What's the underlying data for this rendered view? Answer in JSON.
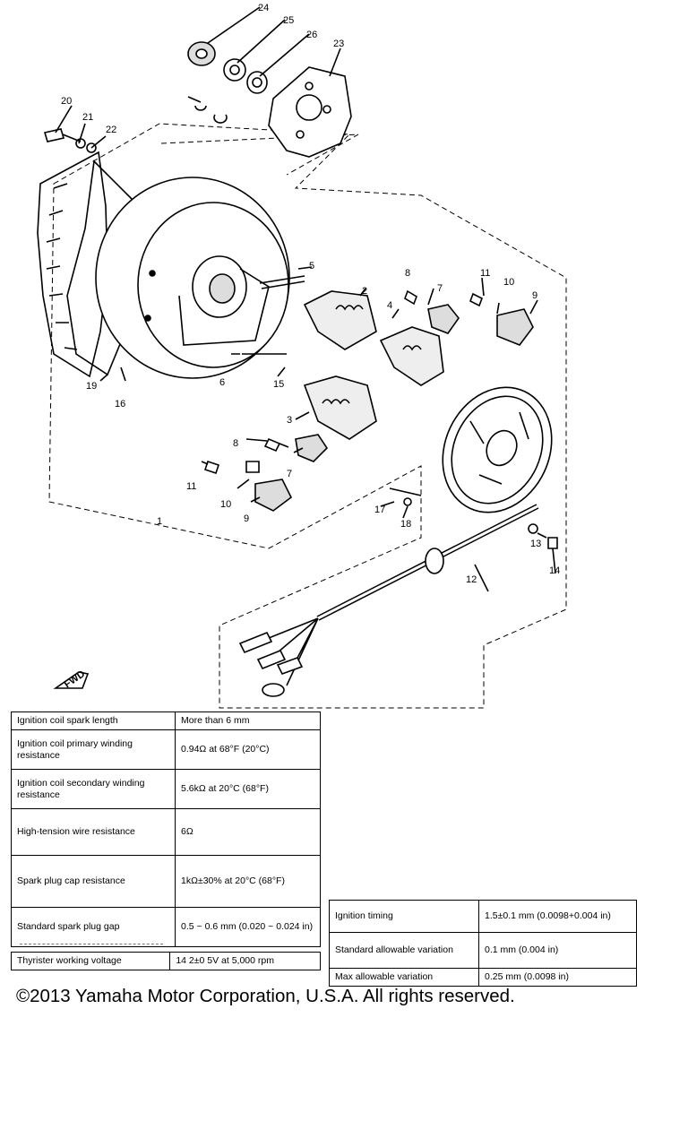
{
  "diagram": {
    "part_numbers": [
      "1",
      "2",
      "3",
      "4",
      "5",
      "6",
      "7",
      "8",
      "9",
      "10",
      "11",
      "12",
      "13",
      "14",
      "15",
      "16",
      "17",
      "18",
      "19",
      "20",
      "21",
      "22",
      "23",
      "24",
      "25",
      "26"
    ],
    "second_group_labels": [
      "7",
      "8",
      "9",
      "10",
      "11"
    ],
    "front_marker": "FWD"
  },
  "spec_table_left": {
    "rows": [
      {
        "label": "Ignition coil spark length",
        "value": "More than 6 mm"
      },
      {
        "label": "Ignition coil primary winding resistance",
        "value": "0.94Ω at 68°F (20°C)"
      },
      {
        "label": "Ignition coil secondary winding resistance",
        "value": "5.6kΩ at 20°C (68°F)"
      },
      {
        "label": "High-tension wire resistance",
        "value": "6Ω"
      },
      {
        "label": "Spark plug cap resistance",
        "value": "1kΩ±30% at 20°C (68°F)"
      },
      {
        "label": "Standard spark plug gap",
        "value": "0.5 ~ 0.6 mm (0.020 ~ 0.024 in)"
      }
    ]
  },
  "spec_table_thyristor": {
    "label": "Thyrister working voltage",
    "value": "14 2±0 5V at 5,000 rpm"
  },
  "spec_table_right": {
    "rows": [
      {
        "label": "Ignition timing",
        "value": "1.5±0.1 mm (0.0098+0.004 in)"
      },
      {
        "label": "Standard allowable variation",
        "value": "0.1 mm (0.004 in)"
      },
      {
        "label": "Max allowable variation",
        "value": "0.25 mm (0.0098 in)"
      }
    ]
  },
  "copyright": "©2013 Yamaha Motor Corporation, U.S.A. All rights reserved."
}
